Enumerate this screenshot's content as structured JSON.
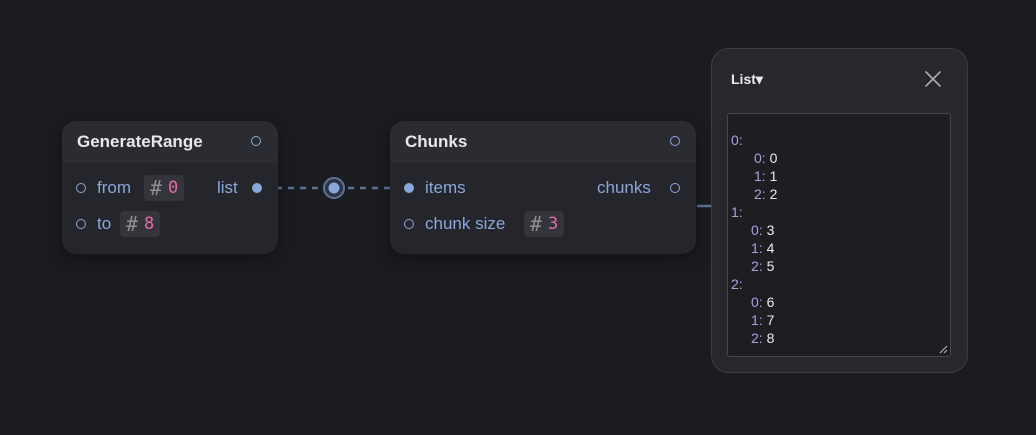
{
  "nodes": {
    "generate_range": {
      "title": "GenerateRange",
      "inputs": [
        {
          "label": "from",
          "value": "0"
        },
        {
          "label": "to",
          "value": "8"
        }
      ],
      "output_label": "list"
    },
    "chunks": {
      "title": "Chunks",
      "input_items_label": "items",
      "input_chunk_size_label": "chunk size",
      "chunk_size_value": "3",
      "output_label": "chunks"
    }
  },
  "icons": {
    "number_type_icon": "#",
    "close_icon": "close-x",
    "dropdown_arrow_icon": "triangle-down",
    "resize_grip_icon": "diagonal-lines"
  },
  "preview_panel": {
    "type_selector": "List▾",
    "tree": [
      {
        "key": "0:",
        "children": [
          {
            "key": "0:",
            "value": "0"
          },
          {
            "key": "1:",
            "value": "1"
          },
          {
            "key": "2:",
            "value": "2"
          }
        ]
      },
      {
        "key": "1:",
        "children": [
          {
            "key": "0:",
            "value": "3"
          },
          {
            "key": "1:",
            "value": "4"
          },
          {
            "key": "2:",
            "value": "5"
          }
        ]
      },
      {
        "key": "2:",
        "children": [
          {
            "key": "0:",
            "value": "6"
          },
          {
            "key": "1:",
            "value": "7"
          },
          {
            "key": "2:",
            "value": "8"
          }
        ]
      }
    ]
  },
  "colors": {
    "background": "#1a1c20",
    "node_body": "#24262b",
    "port_blue": "#8aa7dc",
    "number_pink": "#e46ca9",
    "tree_key": "#a8a4e0"
  }
}
